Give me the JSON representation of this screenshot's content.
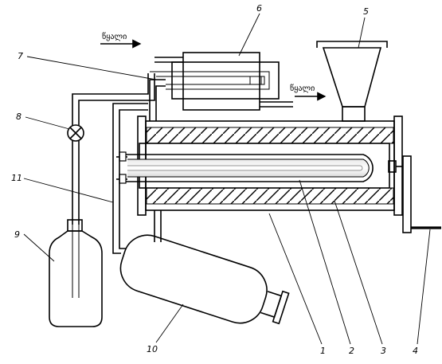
{
  "labels": {
    "l1": "1",
    "l2": "2",
    "l3": "3",
    "l4": "4",
    "l5": "5",
    "l6": "6",
    "l7": "7",
    "l8": "8",
    "l9": "9",
    "l10": "10",
    "l11": "11"
  },
  "flow": {
    "inlet_word": "წყალი",
    "outlet_word": "წყალი"
  }
}
